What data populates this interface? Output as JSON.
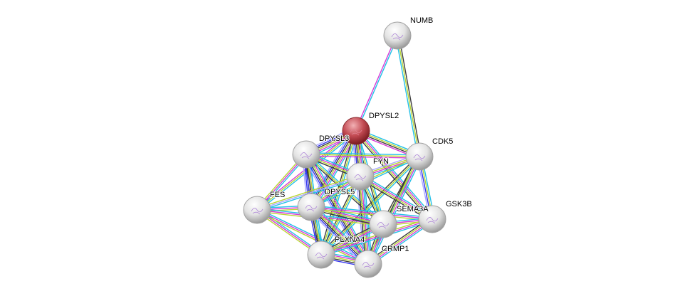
{
  "colors": {
    "database": "#22c0e8",
    "experiments": "#d63cd6",
    "textmining": "#b8d432",
    "coexpression": "#3c3c3c",
    "cooccurrence": "#3535f0",
    "homology": "#a8a8ff",
    "query_node": "#c0474f",
    "node": "#d8d8d8"
  },
  "nodes": [
    {
      "id": "NUMB",
      "query": false
    },
    {
      "id": "DPYSL2",
      "query": true
    },
    {
      "id": "DPYSL3",
      "query": false
    },
    {
      "id": "CDK5",
      "query": false
    },
    {
      "id": "FYN",
      "query": false
    },
    {
      "id": "FES",
      "query": false
    },
    {
      "id": "DPYSL5",
      "query": false
    },
    {
      "id": "SEMA3A",
      "query": false
    },
    {
      "id": "GSK3B",
      "query": false
    },
    {
      "id": "PLXNA4",
      "query": false
    },
    {
      "id": "CRMP1",
      "query": false
    }
  ],
  "edges": [
    [
      "NUMB",
      "DPYSL2",
      [
        "database",
        "experiments"
      ]
    ],
    [
      "NUMB",
      "CDK5",
      [
        "coexpression",
        "textmining",
        "database"
      ]
    ],
    [
      "DPYSL2",
      "DPYSL3",
      [
        "database",
        "experiments",
        "textmining",
        "coexpression",
        "cooccurrence",
        "homology"
      ]
    ],
    [
      "DPYSL2",
      "CDK5",
      [
        "database",
        "textmining",
        "coexpression",
        "experiments"
      ]
    ],
    [
      "DPYSL2",
      "FYN",
      [
        "database",
        "experiments",
        "textmining",
        "coexpression"
      ]
    ],
    [
      "DPYSL2",
      "FES",
      [
        "database",
        "textmining",
        "experiments"
      ]
    ],
    [
      "DPYSL2",
      "DPYSL5",
      [
        "database",
        "experiments",
        "textmining",
        "coexpression",
        "cooccurrence",
        "homology"
      ]
    ],
    [
      "DPYSL2",
      "SEMA3A",
      [
        "database",
        "textmining",
        "coexpression"
      ]
    ],
    [
      "DPYSL2",
      "GSK3B",
      [
        "database",
        "experiments",
        "textmining",
        "coexpression"
      ]
    ],
    [
      "DPYSL2",
      "PLXNA4",
      [
        "database",
        "textmining",
        "coexpression"
      ]
    ],
    [
      "DPYSL2",
      "CRMP1",
      [
        "database",
        "experiments",
        "textmining",
        "coexpression",
        "cooccurrence",
        "homology"
      ]
    ],
    [
      "DPYSL3",
      "CDK5",
      [
        "database",
        "textmining",
        "experiments"
      ]
    ],
    [
      "DPYSL3",
      "FYN",
      [
        "database",
        "experiments",
        "textmining",
        "coexpression"
      ]
    ],
    [
      "DPYSL3",
      "FES",
      [
        "database",
        "experiments",
        "textmining"
      ]
    ],
    [
      "DPYSL3",
      "DPYSL5",
      [
        "database",
        "experiments",
        "textmining",
        "coexpression",
        "cooccurrence",
        "homology"
      ]
    ],
    [
      "DPYSL3",
      "SEMA3A",
      [
        "database",
        "textmining",
        "coexpression"
      ]
    ],
    [
      "DPYSL3",
      "PLXNA4",
      [
        "database",
        "textmining",
        "coexpression",
        "cooccurrence"
      ]
    ],
    [
      "DPYSL3",
      "CRMP1",
      [
        "database",
        "experiments",
        "textmining",
        "coexpression",
        "cooccurrence",
        "homology"
      ]
    ],
    [
      "CDK5",
      "FYN",
      [
        "database",
        "experiments",
        "textmining",
        "homology"
      ]
    ],
    [
      "CDK5",
      "DPYSL5",
      [
        "database",
        "textmining"
      ]
    ],
    [
      "CDK5",
      "SEMA3A",
      [
        "database",
        "textmining",
        "coexpression"
      ]
    ],
    [
      "CDK5",
      "GSK3B",
      [
        "database",
        "textmining",
        "cooccurrence",
        "homology"
      ]
    ],
    [
      "CDK5",
      "PLXNA4",
      [
        "database",
        "textmining",
        "coexpression"
      ]
    ],
    [
      "CDK5",
      "CRMP1",
      [
        "database",
        "experiments",
        "textmining",
        "coexpression"
      ]
    ],
    [
      "FYN",
      "FES",
      [
        "database",
        "homology",
        "textmining"
      ]
    ],
    [
      "FYN",
      "DPYSL5",
      [
        "database",
        "experiments",
        "textmining"
      ]
    ],
    [
      "FYN",
      "SEMA3A",
      [
        "database",
        "textmining",
        "coexpression"
      ]
    ],
    [
      "FYN",
      "GSK3B",
      [
        "database",
        "experiments",
        "textmining",
        "coexpression"
      ]
    ],
    [
      "FYN",
      "PLXNA4",
      [
        "database",
        "textmining",
        "coexpression"
      ]
    ],
    [
      "FYN",
      "CRMP1",
      [
        "database",
        "experiments",
        "textmining",
        "coexpression"
      ]
    ],
    [
      "FES",
      "DPYSL5",
      [
        "database",
        "experiments",
        "textmining"
      ]
    ],
    [
      "FES",
      "SEMA3A",
      [
        "database",
        "experiments",
        "textmining"
      ]
    ],
    [
      "FES",
      "PLXNA4",
      [
        "database",
        "experiments",
        "textmining"
      ]
    ],
    [
      "FES",
      "CRMP1",
      [
        "database",
        "experiments",
        "textmining"
      ]
    ],
    [
      "DPYSL5",
      "SEMA3A",
      [
        "database",
        "experiments",
        "textmining",
        "coexpression"
      ]
    ],
    [
      "DPYSL5",
      "GSK3B",
      [
        "database",
        "experiments",
        "textmining"
      ]
    ],
    [
      "DPYSL5",
      "PLXNA4",
      [
        "database",
        "textmining",
        "coexpression",
        "cooccurrence"
      ]
    ],
    [
      "DPYSL5",
      "CRMP1",
      [
        "database",
        "experiments",
        "textmining",
        "coexpression",
        "cooccurrence",
        "homology"
      ]
    ],
    [
      "SEMA3A",
      "GSK3B",
      [
        "database",
        "experiments",
        "textmining"
      ]
    ],
    [
      "SEMA3A",
      "PLXNA4",
      [
        "database",
        "experiments",
        "textmining",
        "coexpression"
      ]
    ],
    [
      "SEMA3A",
      "CRMP1",
      [
        "database",
        "experiments",
        "textmining",
        "coexpression"
      ]
    ],
    [
      "GSK3B",
      "PLXNA4",
      [
        "database",
        "experiments",
        "textmining"
      ]
    ],
    [
      "GSK3B",
      "CRMP1",
      [
        "database",
        "experiments",
        "textmining",
        "coexpression"
      ]
    ],
    [
      "PLXNA4",
      "CRMP1",
      [
        "database",
        "experiments",
        "textmining",
        "coexpression",
        "cooccurrence"
      ]
    ]
  ]
}
